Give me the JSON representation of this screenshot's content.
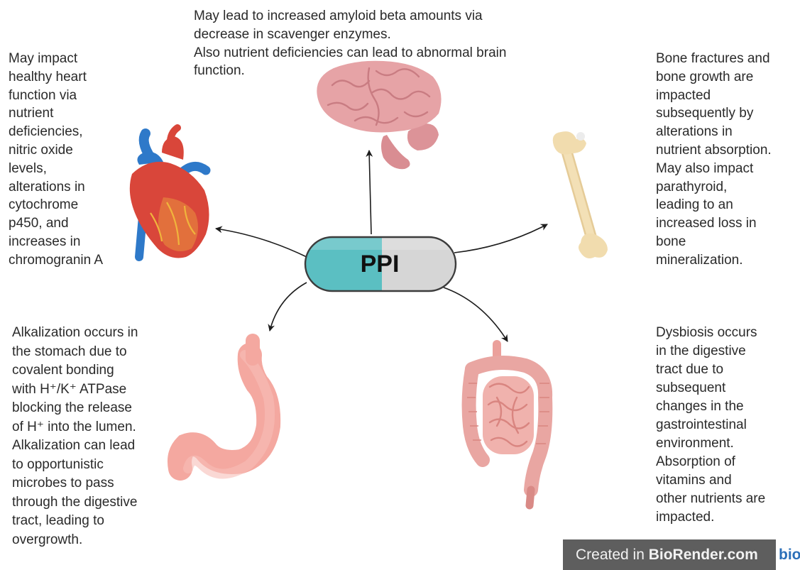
{
  "center": {
    "label": "PPI"
  },
  "effects": {
    "brain": "May lead to increased amyloid beta amounts via\ndecrease in scavenger enzymes.\nAlso nutrient deficiencies can lead to abnormal brain\nfunction.",
    "heart": "May impact\nhealthy heart\nfunction via\nnutrient\ndeficiencies,\nnitric oxide\nlevels,\nalterations in\ncytochrome\np450, and\nincreases in\nchromogranin A",
    "bone": "Bone fractures and\nbone growth are\nimpacted\nsubsequently by\nalterations in\nnutrient absorption.\nMay also impact\nparathyroid,\nleading to an\nincreased loss in\nbone\nmineralization.",
    "stomach": "Alkalization occurs in\nthe stomach due to\ncovalent bonding\nwith H⁺/K⁺ ATPase\nblocking the release\nof H⁺ into the lumen.\nAlkalization can lead\nto opportunistic\nmicrobes to pass\nthrough the digestive\ntract, leading to\novergrowth.",
    "gut": "Dysbiosis occurs\nin the digestive\ntract due to\nsubsequent\nchanges in the\ngastrointestinal\nenvironment.\nAbsorption of\nvitamins and\nother nutrients are\nimpacted."
  },
  "badge": {
    "prefix": "Created in ",
    "brand": "BioRender.com",
    "logo": "bio"
  },
  "colors": {
    "pill_left": "#5bbfc2",
    "pill_right": "#d6d6d6",
    "brain": "#e6a3a6",
    "heart_red": "#d9463a",
    "heart_blue": "#2e79c9",
    "bone": "#f1dcae",
    "stomach": "#f4a8a0",
    "intestine": "#eba09b",
    "badge_bg": "#5e5e5e"
  },
  "icons": [
    "brain-icon",
    "heart-icon",
    "bone-icon",
    "stomach-icon",
    "intestine-icon",
    "pill-icon"
  ]
}
